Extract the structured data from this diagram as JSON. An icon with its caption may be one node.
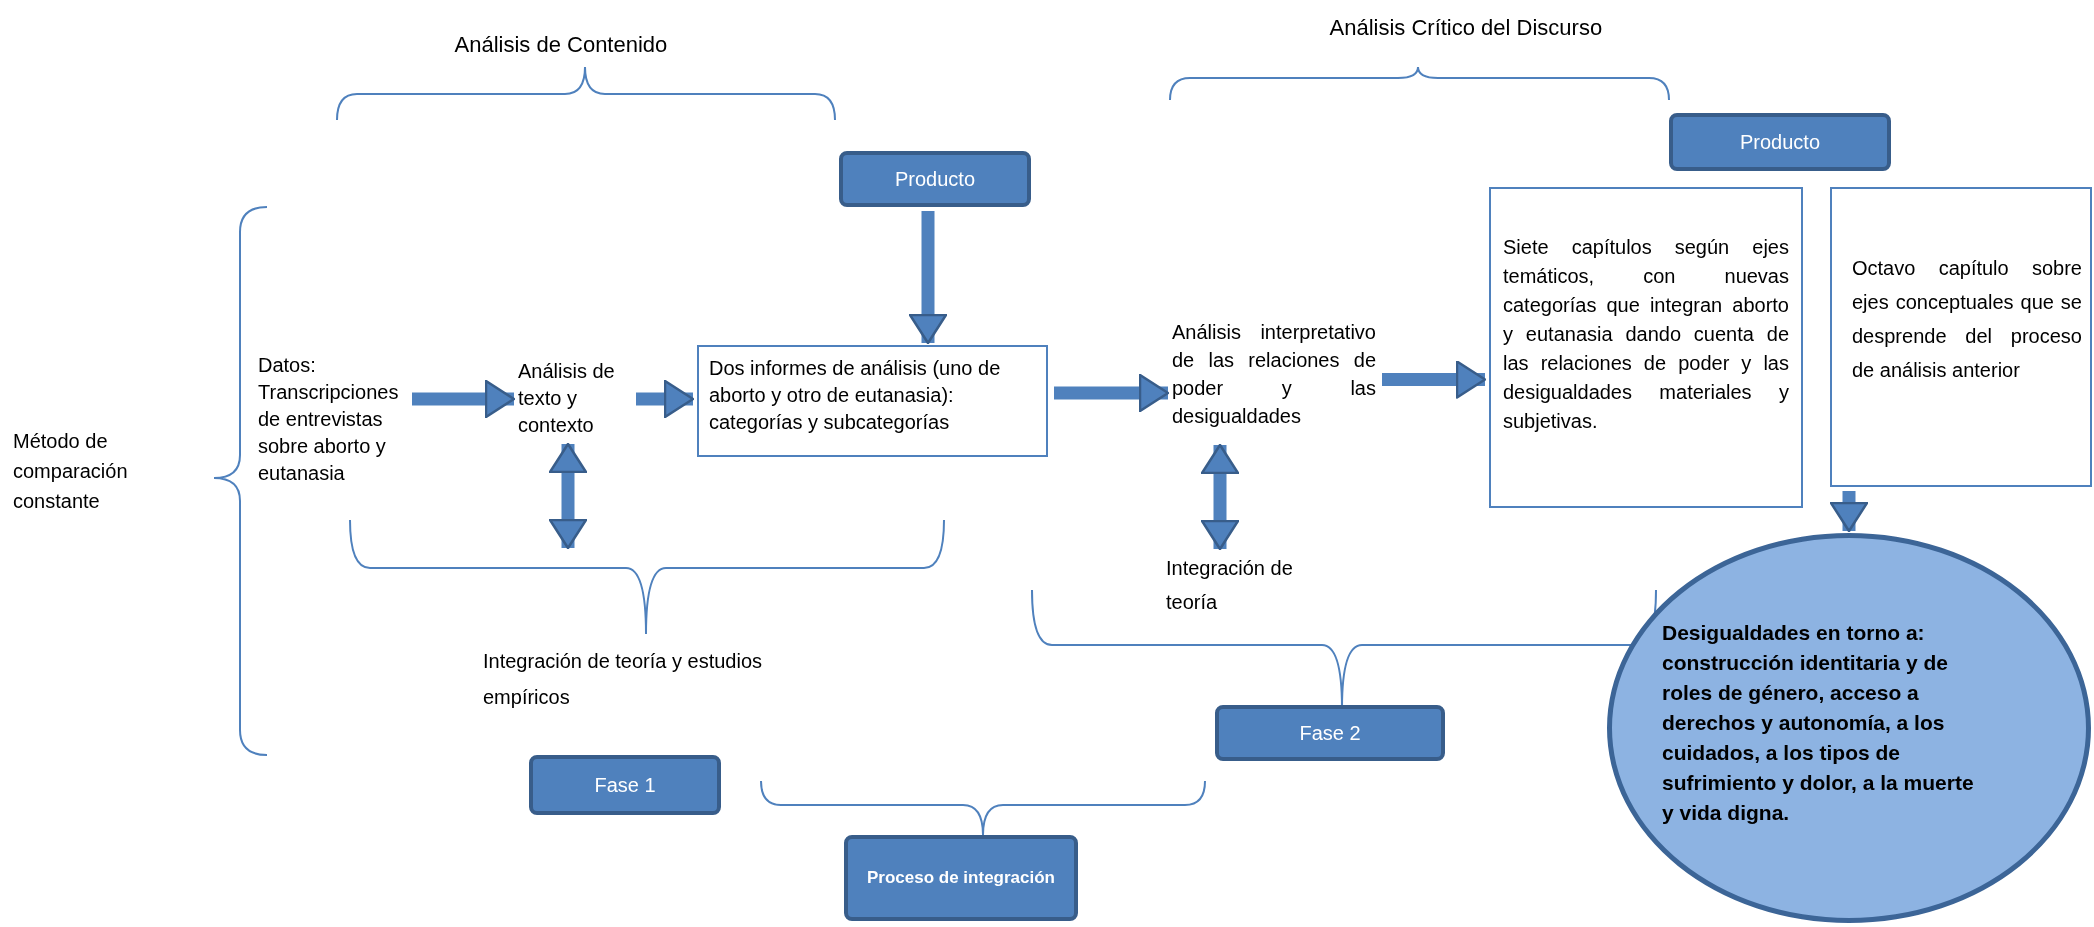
{
  "diagram": {
    "nodes": [
      {
        "text": [
          "Producto"
        ]
      },
      {
        "text": [
          "Producto"
        ]
      },
      {
        "text": [
          "Siete capítulos según ejes temáticos, con nuevas categorías que integran aborto y eutanasia dando cuenta de las relaciones de poder y las desigualdades materiales y subjetivas."
        ]
      },
      {
        "text": [
          "Octavo capítulo sobre ejes conceptuales que se desprende del proceso de análisis anterior"
        ]
      },
      {
        "text": [
          "Datos: Transcripciones de entrevistas sobre aborto y eutanasia"
        ]
      },
      {
        "text": [
          "Análisis de texto y contexto"
        ]
      },
      {
        "text": [
          "Dos informes de análisis (uno de aborto y otro de eutanasia): categorías y subcategorías"
        ]
      },
      {
        "text": [
          "Análisis interpretativo de las relaciones de poder y las desigualdades"
        ]
      },
      {
        "text": [
          "Integración de teoría"
        ]
      },
      {
        "text": [
          "Desigualdades en torno a: construcción identitaria  y de roles de género, acceso a derechos y autonomía, a los cuidados, a los tipos de sufrimiento y dolor, a la muerte y vida digna."
        ]
      },
      {
        "text": [
          "Fase 2"
        ]
      },
      {
        "text": [
          "Fase 1"
        ]
      },
      {
        "text": [
          "Proceso de integración"
        ]
      }
    ],
    "edges": [
      {
        "from": 4,
        "to": 5,
        "arrow": "to"
      },
      {
        "from": 5,
        "to": 6,
        "arrow": "to"
      },
      {
        "from": 6,
        "to": 7,
        "arrow": "to"
      },
      {
        "from": 7,
        "to": 2,
        "arrow": "to"
      },
      {
        "from": 0,
        "to": 6,
        "arrow": "to"
      },
      {
        "from": 5,
        "to": null,
        "arrow": "both"
      },
      {
        "from": 7,
        "to": 8,
        "arrow": "both"
      },
      {
        "from": 3,
        "to": 9,
        "arrow": "to"
      }
    ],
    "labels": [
      "Análisis Crítico del Discurso",
      "Análisis de Contenido",
      "Método de comparación constante",
      "Integración de teoría y estudios empíricos"
    ]
  }
}
